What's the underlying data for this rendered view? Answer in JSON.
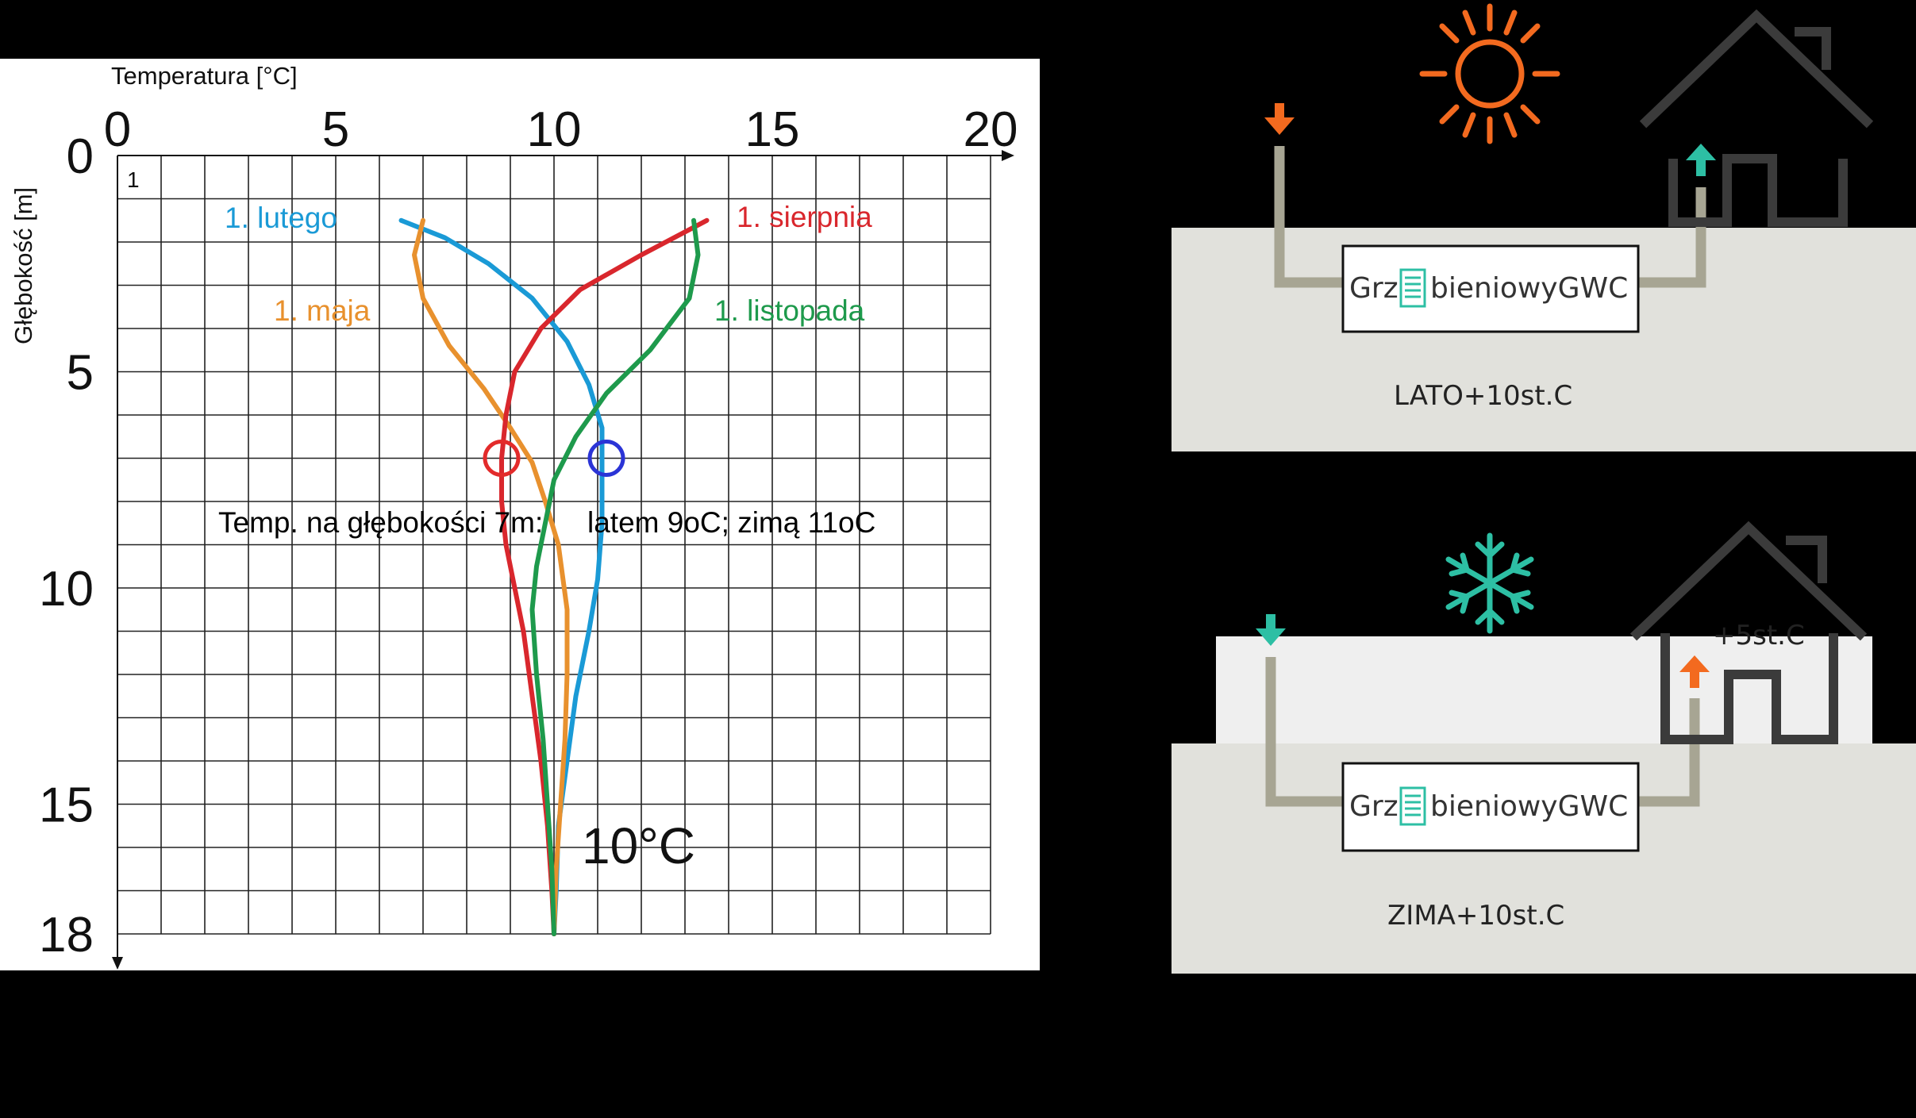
{
  "chart_data": {
    "type": "line",
    "xlabel": "Temperatura [°C]",
    "ylabel": "Głębokość [m]",
    "xlim": [
      0,
      20
    ],
    "ylim": [
      0,
      18
    ],
    "x_ticks": [
      "0",
      "5",
      "10",
      "15",
      "20"
    ],
    "y_ticks": [
      "0",
      "5",
      "10",
      "15",
      "18"
    ],
    "grid": true,
    "corner_label": "1",
    "series": [
      {
        "name": "1. lutego",
        "color": "#1a9ad6",
        "points": [
          [
            6.5,
            1.5
          ],
          [
            7.5,
            1.9
          ],
          [
            8.5,
            2.5
          ],
          [
            9.5,
            3.3
          ],
          [
            10.3,
            4.3
          ],
          [
            10.8,
            5.3
          ],
          [
            11.1,
            6.3
          ],
          [
            11.1,
            7.3
          ],
          [
            11.1,
            8.5
          ],
          [
            11.0,
            9.8
          ],
          [
            10.8,
            11.0
          ],
          [
            10.5,
            12.5
          ],
          [
            10.3,
            14.0
          ],
          [
            10.1,
            15.5
          ],
          [
            10.05,
            17.0
          ],
          [
            10.0,
            18.0
          ]
        ]
      },
      {
        "name": "1. maja",
        "color": "#e8912e",
        "points": [
          [
            7.0,
            1.5
          ],
          [
            6.8,
            2.3
          ],
          [
            7.0,
            3.3
          ],
          [
            7.6,
            4.4
          ],
          [
            8.4,
            5.4
          ],
          [
            9.0,
            6.3
          ],
          [
            9.5,
            7.1
          ],
          [
            9.8,
            8.0
          ],
          [
            10.1,
            9.0
          ],
          [
            10.3,
            10.5
          ],
          [
            10.3,
            12.0
          ],
          [
            10.25,
            13.5
          ],
          [
            10.15,
            15.0
          ],
          [
            10.05,
            16.5
          ],
          [
            10.0,
            18.0
          ]
        ]
      },
      {
        "name": "1. sierpnia",
        "color": "#d9272d",
        "points": [
          [
            13.5,
            1.5
          ],
          [
            12.0,
            2.3
          ],
          [
            10.6,
            3.1
          ],
          [
            9.7,
            4.0
          ],
          [
            9.1,
            5.0
          ],
          [
            8.9,
            6.0
          ],
          [
            8.8,
            7.0
          ],
          [
            8.8,
            8.0
          ],
          [
            8.9,
            9.0
          ],
          [
            9.1,
            10.0
          ],
          [
            9.3,
            11.0
          ],
          [
            9.5,
            12.5
          ],
          [
            9.7,
            14.0
          ],
          [
            9.85,
            15.5
          ],
          [
            9.95,
            17.0
          ],
          [
            10.0,
            18.0
          ]
        ]
      },
      {
        "name": "1. listopada",
        "color": "#1e9a4c",
        "points": [
          [
            13.2,
            1.5
          ],
          [
            13.3,
            2.3
          ],
          [
            13.1,
            3.3
          ],
          [
            12.2,
            4.5
          ],
          [
            11.2,
            5.5
          ],
          [
            10.5,
            6.5
          ],
          [
            10.0,
            7.5
          ],
          [
            9.8,
            8.5
          ],
          [
            9.6,
            9.5
          ],
          [
            9.5,
            10.5
          ],
          [
            9.6,
            12.0
          ],
          [
            9.75,
            13.5
          ],
          [
            9.85,
            15.0
          ],
          [
            9.95,
            16.5
          ],
          [
            10.0,
            18.0
          ]
        ]
      }
    ],
    "series_labels": [
      "1. lutego",
      "1. maja",
      "1. sierpnia",
      "1. listopada"
    ],
    "markers": [
      {
        "x": 8.8,
        "y": 7.0,
        "color": "#e32b2b"
      },
      {
        "x": 11.2,
        "y": 7.0,
        "color": "#2b34d6"
      }
    ],
    "annotation_left": "Temp. na głębokości 7m:",
    "annotation_right": "latem 9oC; zimą 11oC",
    "bottom_label": "10°C"
  },
  "diagram": {
    "summer": {
      "box_left": "Grz",
      "box_right": "bieniowyGWC",
      "season_label": "LATO+10st.C",
      "sun_color": "#f36a1f",
      "in_arrow_color": "#f36a1f",
      "out_arrow_color": "#2dbfa4"
    },
    "winter": {
      "box_left": "Grz",
      "box_right": "bieniowyGWC",
      "season_label": "ZIMA+10st.C",
      "top_label": "+5st.C",
      "snow_color": "#2dbfa4",
      "in_arrow_color": "#2dbfa4",
      "out_arrow_color": "#f36a1f"
    }
  }
}
